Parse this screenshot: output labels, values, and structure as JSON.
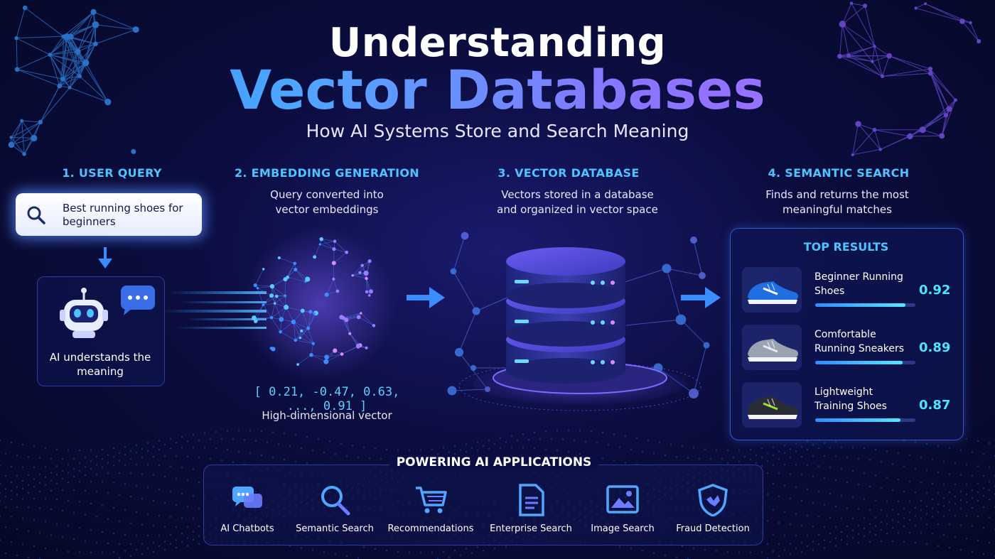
{
  "header": {
    "title_line1": "Understanding",
    "title_line2": "Vector Databases",
    "subtitle": "How AI Systems Store and Search Meaning"
  },
  "steps": [
    {
      "heading": "1. USER QUERY",
      "query": "Best running shoes for beginners",
      "ai_caption": "AI understands the meaning"
    },
    {
      "heading": "2. EMBEDDING GENERATION",
      "description": "Query converted into vector embeddings",
      "vector": "[ 0.21, -0.47, 0.63, ..., 0.91 ]",
      "vector_caption": "High-dimensional vector"
    },
    {
      "heading": "3. VECTOR DATABASE",
      "description": "Vectors stored in a database and organized in vector space"
    },
    {
      "heading": "4. SEMANTIC SEARCH",
      "description": "Finds and returns the most meaningful matches"
    }
  ],
  "results": {
    "heading": "TOP RESULTS",
    "items": [
      {
        "name": "Beginner Running Shoes",
        "score": "0.92",
        "score_value": 0.92,
        "shoe_color": "#1f6fe0",
        "shoe_accent": "#ffffff"
      },
      {
        "name": "Comfortable Running Sneakers",
        "score": "0.89",
        "score_value": 0.89,
        "shoe_color": "#9aa3b2",
        "shoe_accent": "#e6e9f0"
      },
      {
        "name": "Lightweight Training Shoes",
        "score": "0.87",
        "score_value": 0.87,
        "shoe_color": "#2a2d35",
        "shoe_accent": "#9be030"
      }
    ]
  },
  "applications": {
    "heading": "POWERING AI APPLICATIONS",
    "items": [
      {
        "label": "AI Chatbots",
        "icon": "chat-bubbles-icon"
      },
      {
        "label": "Semantic Search",
        "icon": "magnifier-icon"
      },
      {
        "label": "Recommendations",
        "icon": "shopping-cart-icon"
      },
      {
        "label": "Enterprise Search",
        "icon": "document-icon"
      },
      {
        "label": "Image Search",
        "icon": "image-icon"
      },
      {
        "label": "Fraud Detection",
        "icon": "shield-icon"
      }
    ]
  },
  "colors": {
    "accent_cyan": "#4fc3ff",
    "accent_blue": "#2f8dff",
    "accent_purple": "#b46cff",
    "background": "#050826"
  }
}
